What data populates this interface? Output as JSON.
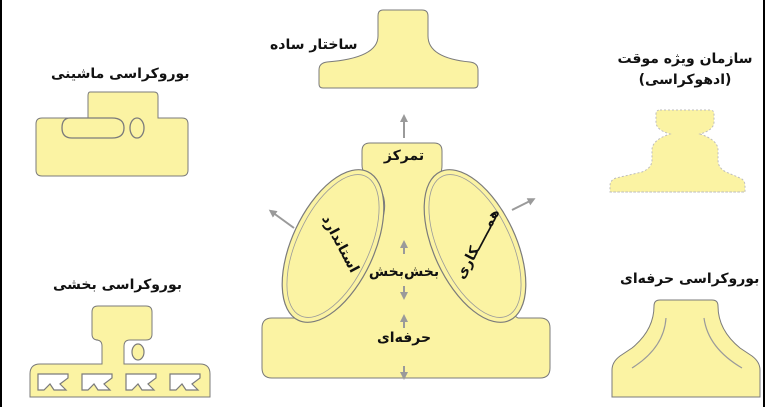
{
  "colors": {
    "shape_fill": "#fbf3a3",
    "shape_stroke": "#7b7b7b",
    "inner_stroke": "#9a9a9a",
    "arrow": "#9a9a9a",
    "frame": "#000000"
  },
  "center": {
    "top_label": "تمرکز",
    "left_label": "استاندارد",
    "right_label": "همـــــکاری",
    "middle_label": "بخش‌بخش",
    "bottom_label": "حرفه‌ای"
  },
  "configs": {
    "simple": "ساختار ساده",
    "machine": "بوروکراسی ماشینی",
    "adhoc_line1": "سازمان ویژه موقت",
    "adhoc_line2": "(ادهوکراسی)",
    "divisional": "بوروکراسی بخشی",
    "professional": "بوروکراسی حرفه‌ای"
  }
}
